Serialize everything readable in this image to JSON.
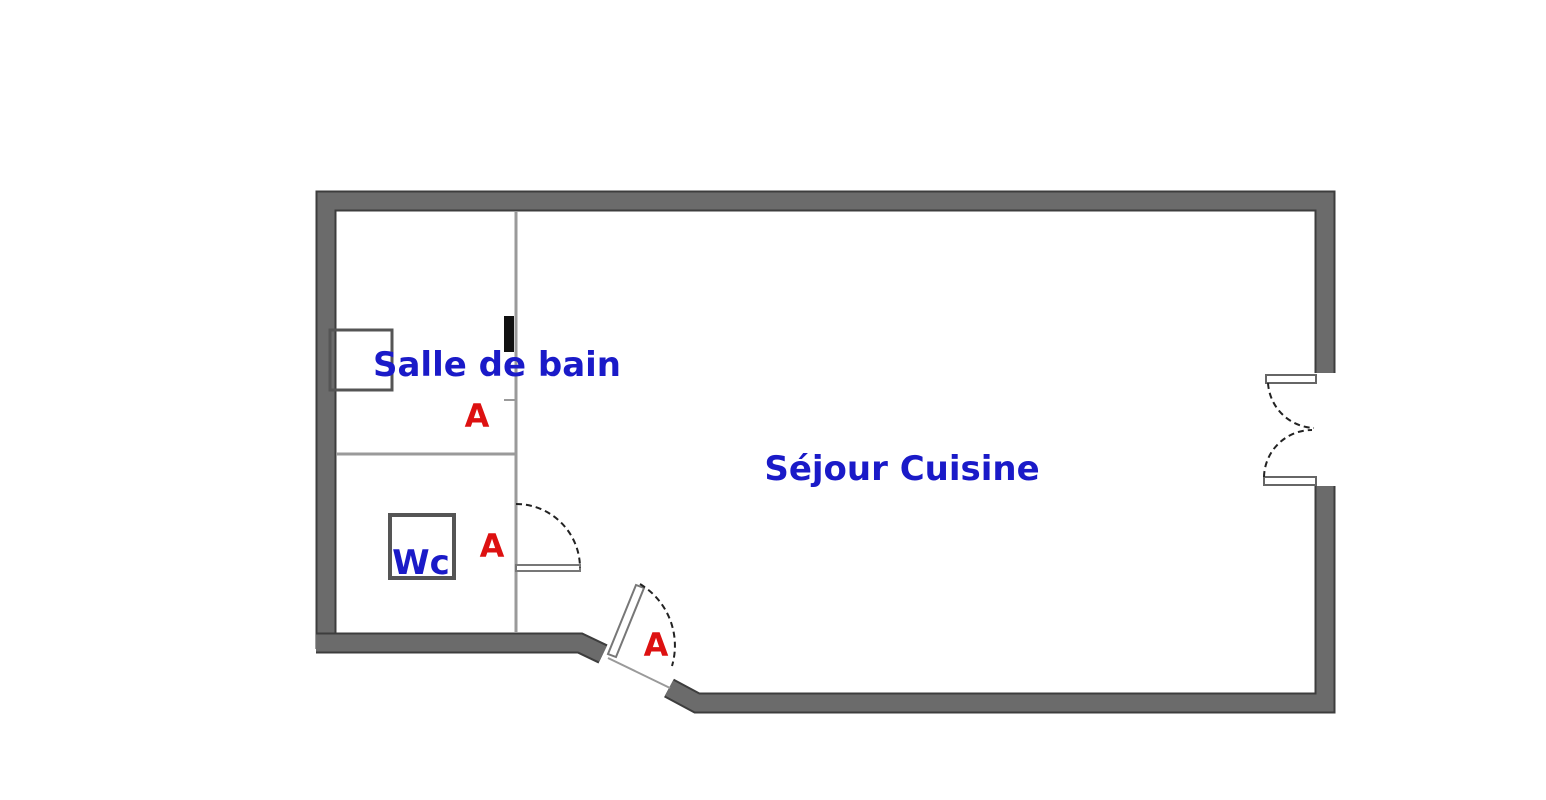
{
  "plan": {
    "rooms": {
      "living": "Séjour Cuisine",
      "bathroom": "Salle de bain",
      "wc": "Wc"
    },
    "markers": {
      "bathroom": "A",
      "wc_door": "A",
      "entrance": "A"
    },
    "colors": {
      "wall": "#6b6b6b",
      "wall_outline": "#3d3d3d",
      "partition": "#9a9a9a",
      "room_label": "#1a1ac8",
      "marker": "#dd1111",
      "door_arc": "#222222",
      "background": "#ffffff"
    }
  }
}
